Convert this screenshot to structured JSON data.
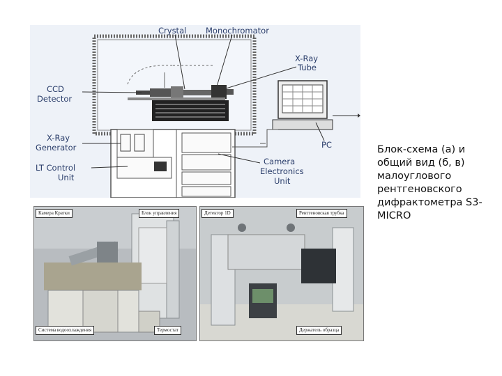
{
  "schematic": {
    "labels": {
      "crystal": "Crystal",
      "monochromator": "Monochromator",
      "xray_tube_line1": "X-Ray",
      "xray_tube_line2": "Tube",
      "ccd_line1": "CCD",
      "ccd_line2": "Detector",
      "xray_gen_line1": "X-Ray",
      "xray_gen_line2": "Generator",
      "lt_line1": "LT Control",
      "lt_line2": "Unit",
      "pc": "PC",
      "camera_line1": "Camera",
      "camera_line2": "Electronics",
      "camera_line3": "Unit"
    },
    "colors": {
      "background": "#eef2f8",
      "label": "#2a3d6a",
      "line": "#555555"
    }
  },
  "photos": {
    "left": {
      "caption_top_left": "Камера Кратки",
      "caption_top_right": "Блок управления",
      "caption_bottom_left": "Система водоохлаждения",
      "caption_bottom_right": "Термостат"
    },
    "right": {
      "caption_top_left": "Детектор 1D",
      "caption_top_right": "Рентгеновская трубка",
      "caption_bottom_right": "Держатель образца"
    }
  },
  "caption": {
    "text": "Блок-схема (а) и общий вид (б, в) малоуглового рентгеновского дифрактометра S3-MICRO"
  }
}
